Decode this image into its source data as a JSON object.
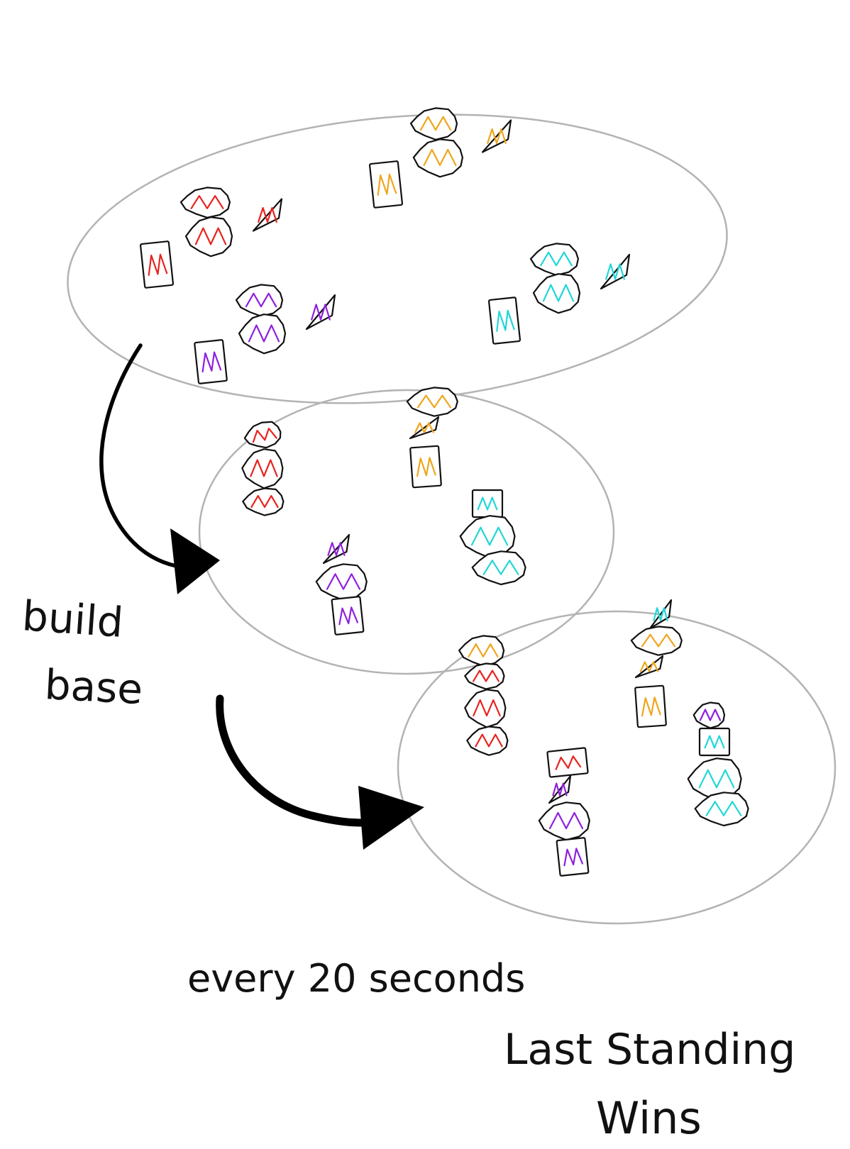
{
  "colors": {
    "stage_outline": "#b3b3b3",
    "ink": "#111111",
    "red": "#e8231e",
    "orange": "#efa51c",
    "cyan": "#21d6d6",
    "purple": "#8f1fe0"
  },
  "annotations": {
    "build_base": [
      "build",
      "base"
    ],
    "interval": "every 20 seconds",
    "outcome": [
      "Last Standing",
      "Wins"
    ]
  },
  "stages": [
    {
      "name": "pieces scattered",
      "groups": [
        {
          "color": "red",
          "pieces": [
            "rock",
            "rock",
            "triangle",
            "card"
          ]
        },
        {
          "color": "orange",
          "pieces": [
            "rock",
            "rock",
            "triangle",
            "card"
          ]
        },
        {
          "color": "purple",
          "pieces": [
            "rock",
            "rock",
            "triangle",
            "card"
          ]
        },
        {
          "color": "cyan",
          "pieces": [
            "rock",
            "rock",
            "triangle",
            "card"
          ]
        }
      ]
    },
    {
      "name": "towers built",
      "groups": [
        {
          "color": "red",
          "pieces": [
            "rock",
            "rock",
            "rock"
          ]
        },
        {
          "color": "orange",
          "pieces": [
            "rock",
            "triangle",
            "card"
          ]
        },
        {
          "color": "purple",
          "pieces": [
            "triangle",
            "rock",
            "card"
          ]
        },
        {
          "color": "cyan",
          "pieces": [
            "card",
            "rock",
            "rock"
          ]
        }
      ]
    },
    {
      "name": "towers stacked higher",
      "groups": [
        {
          "color": "mixed",
          "pieces": [
            "orange-rock",
            "red-rock",
            "red-rock",
            "red-rock"
          ]
        },
        {
          "color": "mixed",
          "pieces": [
            "cyan-triangle",
            "orange-rock",
            "orange-triangle",
            "orange-card"
          ]
        },
        {
          "color": "mixed",
          "pieces": [
            "red-card",
            "purple-triangle",
            "purple-rock",
            "purple-card"
          ]
        },
        {
          "color": "mixed",
          "pieces": [
            "purple-rock",
            "cyan-card",
            "cyan-rock",
            "cyan-rock"
          ]
        }
      ]
    }
  ]
}
